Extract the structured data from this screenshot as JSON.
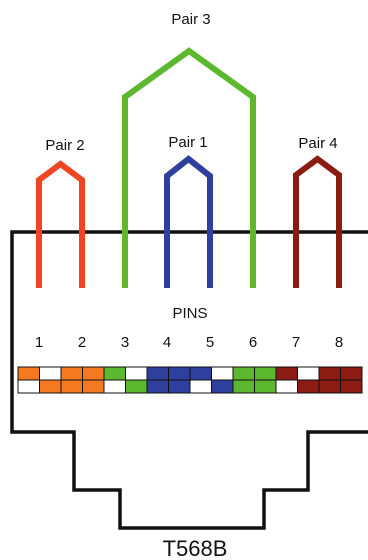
{
  "colors": {
    "orange": "#f47920",
    "green": "#5cb82f",
    "blue": "#2e3f9e",
    "brown": "#8b1c14",
    "pair2_wire": "#ee4523",
    "white": "#ffffff",
    "outline": "#111111"
  },
  "pairs": [
    {
      "label": "Pair 2",
      "color_key": "pair2_wire",
      "pins": [
        1,
        2
      ]
    },
    {
      "label": "Pair 3",
      "color_key": "green",
      "pins": [
        3,
        6
      ]
    },
    {
      "label": "Pair 1",
      "color_key": "blue",
      "pins": [
        4,
        5
      ]
    },
    {
      "label": "Pair 4",
      "color_key": "brown",
      "pins": [
        7,
        8
      ]
    }
  ],
  "pins_title": "PINS",
  "pins": [
    {
      "number": "1",
      "color_key": "orange",
      "striped": true
    },
    {
      "number": "2",
      "color_key": "orange",
      "striped": false
    },
    {
      "number": "3",
      "color_key": "green",
      "striped": true
    },
    {
      "number": "4",
      "color_key": "blue",
      "striped": false
    },
    {
      "number": "5",
      "color_key": "blue",
      "striped": true
    },
    {
      "number": "6",
      "color_key": "green",
      "striped": false
    },
    {
      "number": "7",
      "color_key": "brown",
      "striped": true
    },
    {
      "number": "8",
      "color_key": "brown",
      "striped": false
    }
  ],
  "standard": "T568B"
}
